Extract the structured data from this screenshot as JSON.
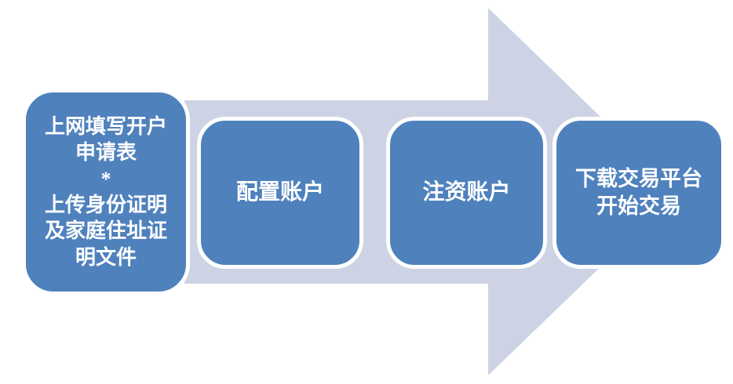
{
  "diagram": {
    "type": "process-flow",
    "direction": "left-to-right",
    "arrow": {
      "name": "forward-arrow",
      "color": "#cdd3e4"
    },
    "style": {
      "box_fill": "#4f81bd",
      "box_border": "#ffffff",
      "text_color": "#ffffff"
    },
    "steps": [
      {
        "label": "上网填写开户\n申请表\n*\n上传身份证明\n及家庭住址证\n明文件"
      },
      {
        "label": "配置账户"
      },
      {
        "label": "注资账户"
      },
      {
        "label": "下载交易平台\n开始交易"
      }
    ]
  }
}
